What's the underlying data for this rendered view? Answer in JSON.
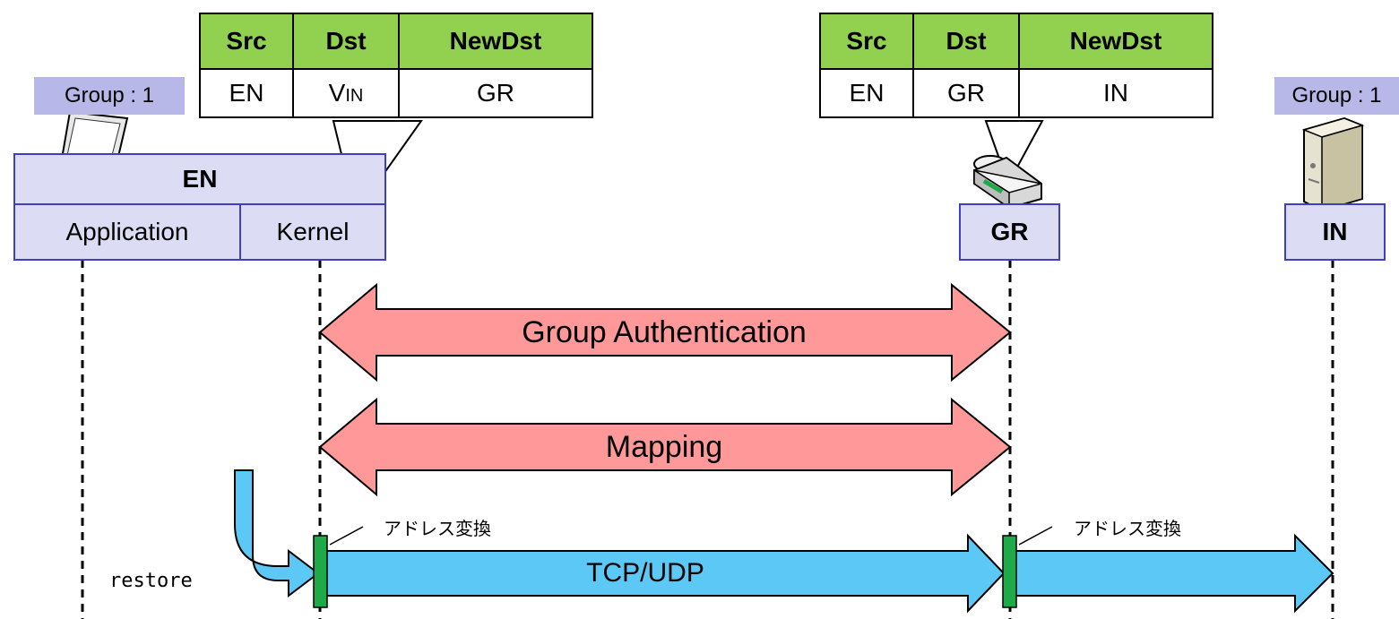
{
  "groups": {
    "left": "Group : 1",
    "right": "Group : 1"
  },
  "nodes": {
    "en": {
      "title": "EN",
      "application": "Application",
      "kernel": "Kernel"
    },
    "gr": "GR",
    "in": "IN"
  },
  "tables": [
    {
      "headers": [
        "Src",
        "Dst",
        "NewDst"
      ],
      "row": {
        "src": "EN",
        "dst_main": "V",
        "dst_sub": "IN",
        "newdst": "GR"
      }
    },
    {
      "headers": [
        "Src",
        "Dst",
        "NewDst"
      ],
      "row": {
        "src": "EN",
        "dst": "GR",
        "newdst": "IN"
      }
    }
  ],
  "arrows": {
    "group_auth": "Group Authentication",
    "mapping": "Mapping",
    "tcp_udp": "TCP/UDP"
  },
  "notes": {
    "addr_translation_1": "アドレス変換",
    "addr_translation_2": "アドレス変換",
    "restore": "restore"
  },
  "colors": {
    "table_header": "#92d050",
    "node_fill": "#dcdcf4",
    "node_border": "#3f3fbf",
    "group_badge": "#b7b7e8",
    "auth_arrow": "#ff9999",
    "data_arrow": "#5bc8f5",
    "marker": "#1faa4a"
  },
  "icons": [
    "laptop-icon",
    "router-icon",
    "server-icon"
  ]
}
